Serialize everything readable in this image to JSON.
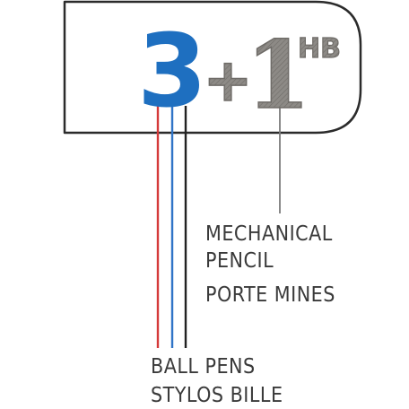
{
  "badge": {
    "main_number": "3",
    "plus": "+",
    "secondary_number": "1",
    "grade": "HB"
  },
  "labels": {
    "pencil_en_line1": "MECHANICAL",
    "pencil_en_line2": "PENCIL",
    "pencil_fr": "PORTE MINES",
    "pens_en": "BALL PENS",
    "pens_fr": "STYLOS BILLE"
  },
  "colors": {
    "frame": "#2b2b2b",
    "main_number": "#1e6fc0",
    "secondary": "#8d8a86",
    "pen_red": "#d53a3a",
    "pen_blue": "#2f74c7",
    "pen_black": "#222222",
    "pencil_line": "#7a7a7a",
    "label_text": "#3a3a3a"
  }
}
